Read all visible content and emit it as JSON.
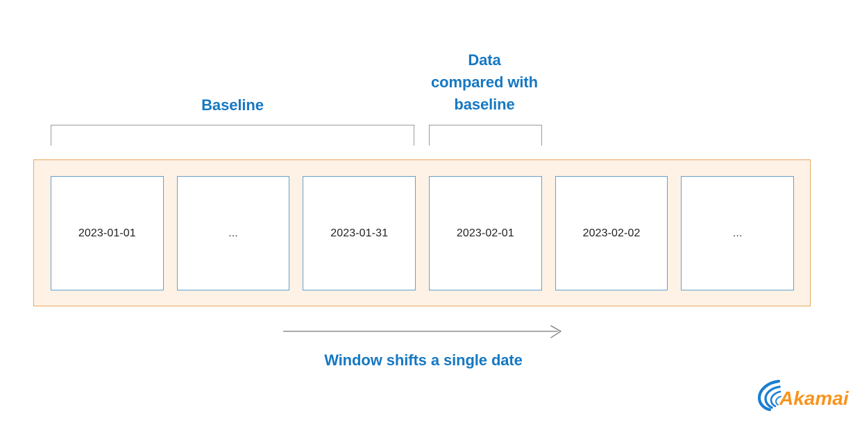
{
  "colors": {
    "accent_blue": "#1678C2",
    "cell_border_blue": "#64A0CC",
    "window_fill_orange": "#FDF2E5",
    "window_border_orange": "#E9A85C",
    "bracket_gray": "#9a9a9a",
    "text_dark": "#231F20",
    "logo_orange": "#F7941E",
    "logo_blue": "#1B7FD0"
  },
  "labels": {
    "baseline": "Baseline",
    "compared_with_baseline": "Data\ncompared with\nbaseline",
    "shift_caption": "Window shifts a single date"
  },
  "cells": [
    {
      "label": "2023-01-01",
      "kind": "date"
    },
    {
      "label": "...",
      "kind": "ellipsis"
    },
    {
      "label": "2023-01-31",
      "kind": "date"
    },
    {
      "label": "2023-02-01",
      "kind": "date"
    },
    {
      "label": "2023-02-02",
      "kind": "date"
    },
    {
      "label": "...",
      "kind": "ellipsis"
    }
  ],
  "brackets": [
    {
      "name": "baseline",
      "spans_cells": "1-3"
    },
    {
      "name": "compared",
      "spans_cells": "4"
    }
  ],
  "logo": {
    "wordmark": "Akamai",
    "icon_name": "akamai-swirl-icon"
  }
}
